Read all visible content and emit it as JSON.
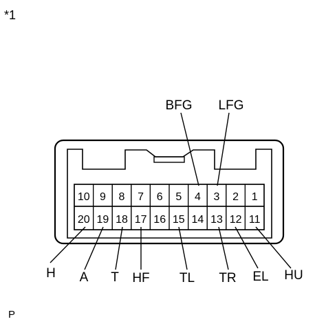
{
  "corner_label": "*1",
  "footer_label": "P",
  "connector": {
    "top_row_pins": [
      "10",
      "9",
      "8",
      "7",
      "6",
      "5",
      "4",
      "3",
      "2",
      "1"
    ],
    "bottom_row_pins": [
      "20",
      "19",
      "18",
      "17",
      "16",
      "15",
      "14",
      "13",
      "12",
      "11"
    ]
  },
  "signal_labels": {
    "bfg": "BFG",
    "lfg": "LFG",
    "h": "H",
    "a": "A",
    "t": "T",
    "hf": "HF",
    "tl": "TL",
    "tr": "TR",
    "el": "EL",
    "hu": "HU"
  }
}
